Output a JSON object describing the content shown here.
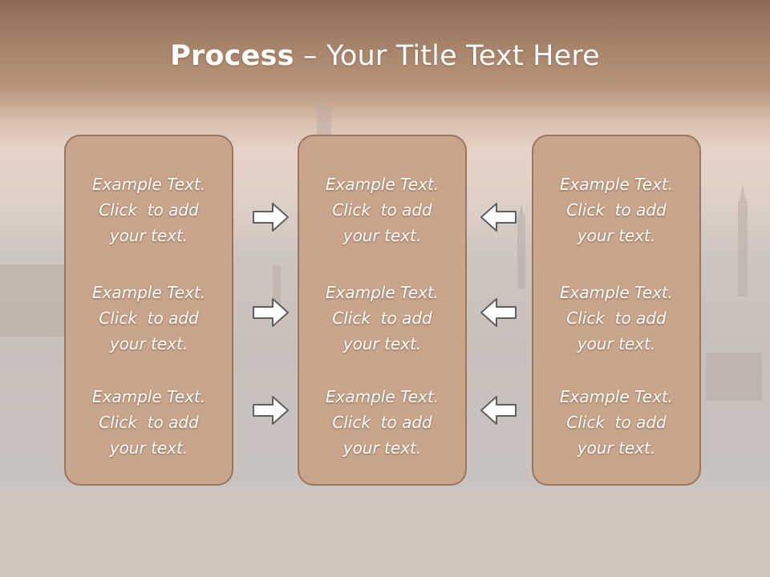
{
  "slide": {
    "title_bold": "Process",
    "title_sep": " – ",
    "title_rest": "Your Title Text Here"
  },
  "columns": [
    {
      "blocks": [
        {
          "line1": "Example Text.",
          "line2": "Click  to add",
          "line3": "your text."
        },
        {
          "line1": "Example Text.",
          "line2": "Click  to add",
          "line3": "your text."
        },
        {
          "line1": "Example Text.",
          "line2": "Click  to add",
          "line3": "your text."
        }
      ]
    },
    {
      "blocks": [
        {
          "line1": "Example Text.",
          "line2": "Click  to add",
          "line3": "your text."
        },
        {
          "line1": "Example Text.",
          "line2": "Click  to add",
          "line3": "your text."
        },
        {
          "line1": "Example Text.",
          "line2": "Click  to add",
          "line3": "your text."
        }
      ]
    },
    {
      "blocks": [
        {
          "line1": "Example Text.",
          "line2": "Click  to add",
          "line3": "your text."
        },
        {
          "line1": "Example Text.",
          "line2": "Click  to add",
          "line3": "your text."
        },
        {
          "line1": "Example Text.",
          "line2": "Click  to add",
          "line3": "your text."
        }
      ]
    }
  ],
  "arrows": {
    "left_group": "right-arrow-icon",
    "right_group": "left-arrow-icon"
  },
  "colors": {
    "panel_fill": "#c9a58b",
    "panel_border": "#9a7660",
    "header_band": "#a7836a"
  }
}
